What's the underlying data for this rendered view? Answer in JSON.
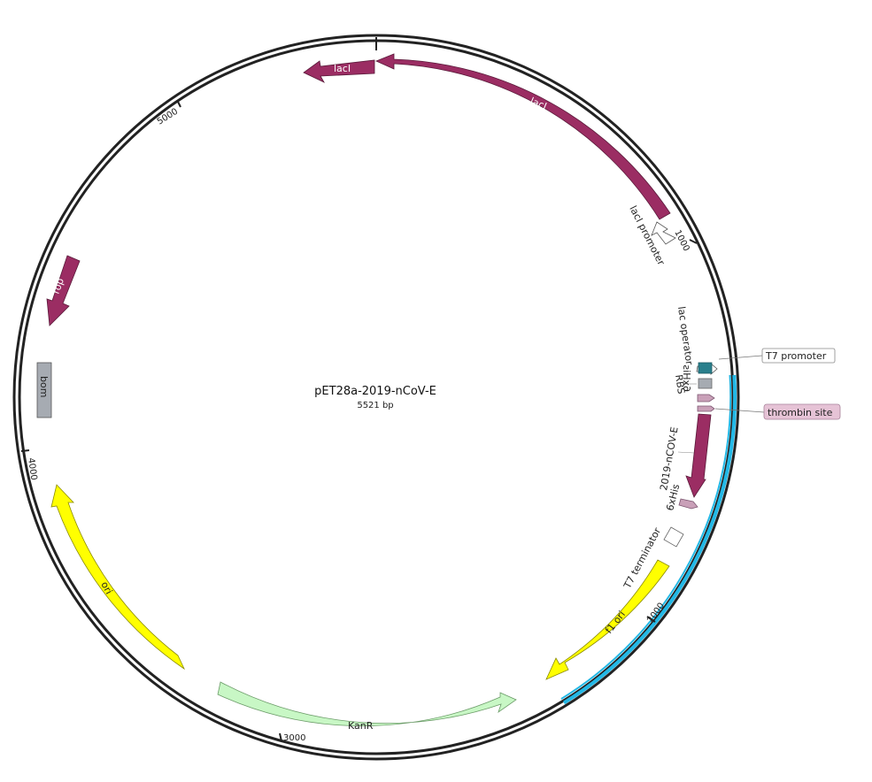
{
  "plasmid": {
    "name": "pET28a-2019-nCoV-E",
    "size_label": "5521 bp",
    "length": 5521
  },
  "colors": {
    "backbone": "#222222",
    "purple": "#9b2d63",
    "yellow": "#ffff00",
    "green": "#c8f7c5",
    "gray": "#a6abb2",
    "teal": "#2a7f8c",
    "pink": "#c9a0b8",
    "cyan": "#22b8e6"
  },
  "ticks": [
    {
      "label": "1000"
    },
    {
      "label": "2000"
    },
    {
      "label": "3000"
    },
    {
      "label": "4000"
    },
    {
      "label": "5000"
    }
  ],
  "features": {
    "lacI_outer": {
      "label": "lacI"
    },
    "lacI_inner": {
      "label": "lacI"
    },
    "lacI_promoter": {
      "label": "lacI promoter"
    },
    "lac_operator": {
      "label": "lac operator"
    },
    "T7_promoter": {
      "label": "T7 promoter"
    },
    "RBS": {
      "label": "RBS"
    },
    "his_tag_n": {
      "label": "6xHis"
    },
    "thrombin_site": {
      "label": "thrombin site"
    },
    "ncov_e": {
      "label": "2019-nCOV-E"
    },
    "his_tag_c": {
      "label": "6xHis"
    },
    "T7_terminator": {
      "label": "T7 terminator"
    },
    "f1_ori": {
      "label": "f1 ori"
    },
    "KanR": {
      "label": "KanR"
    },
    "ori": {
      "label": "ori"
    },
    "bom": {
      "label": "bom"
    },
    "rop": {
      "label": "rop"
    }
  }
}
